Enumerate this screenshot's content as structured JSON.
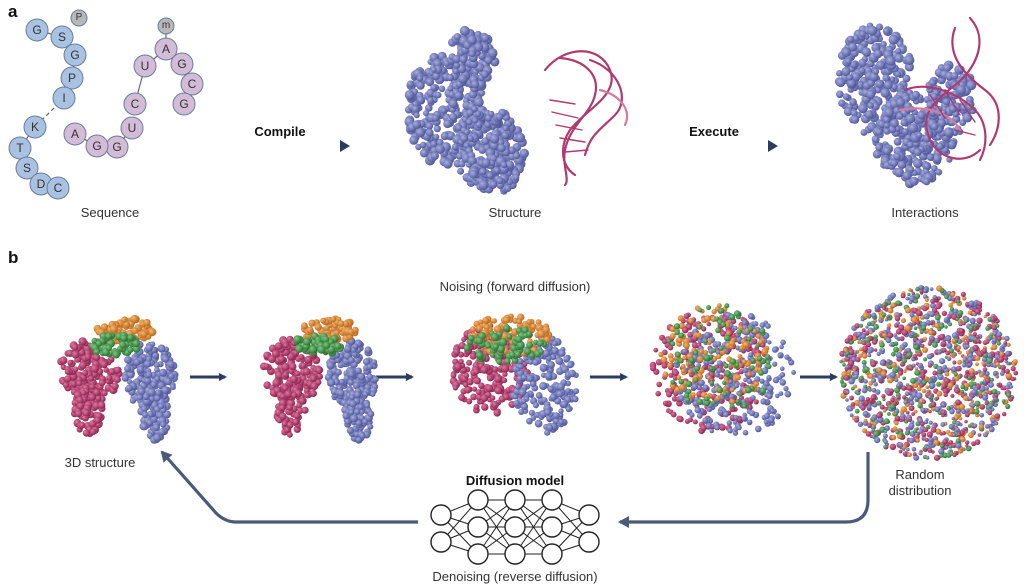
{
  "panels": {
    "a": "a",
    "b": "b"
  },
  "panel_a": {
    "peptide_residues": [
      "G",
      "S",
      "P",
      "G",
      "P",
      "I",
      "K",
      "T",
      "S",
      "D",
      "C"
    ],
    "rna_residues": [
      "m",
      "A",
      "G",
      "C",
      "G",
      "U",
      "C",
      "U",
      "G",
      "G",
      "A"
    ],
    "arrow_compile": "Compile",
    "arrow_execute": "Execute",
    "caption_sequence": "Sequence",
    "caption_structure": "Structure",
    "caption_interactions": "Interactions"
  },
  "panel_b": {
    "title_noising": "Noising (forward diffusion)",
    "caption_3d": "3D structure",
    "caption_random_1": "Random",
    "caption_random_2": "distribution",
    "model_label": "Diffusion model",
    "denoising_label": "Denoising (reverse diffusion)"
  },
  "colors": {
    "protein_blue": "#6b72b8",
    "peptide_circle": "#a9c2e2",
    "rna_circle": "#d3bcd8",
    "mod_circle": "#b8b8b8",
    "rna_ribbon": "#b03a6e",
    "chain_magenta": "#b8306a",
    "chain_orange": "#e08a2e",
    "chain_green": "#3f8f47",
    "arrow_navy": "#2c3c5c",
    "return_arrow": "#4a5a78"
  }
}
